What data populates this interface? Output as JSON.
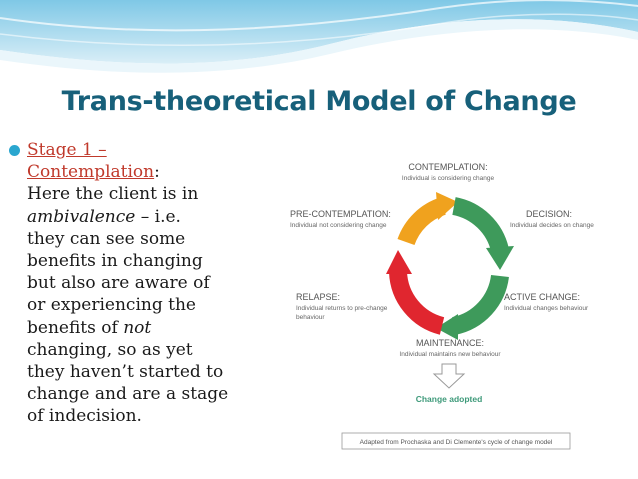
{
  "slide": {
    "title": "Trans-theoretical Model of Change"
  },
  "body": {
    "stage_line1": "Stage 1 –",
    "stage_line2": "Contemplation",
    "colon": ":",
    "line3": "Here the client is in",
    "ambivalence": "ambivalence",
    "line4_rest": " – i.e.",
    "line5": "they can see some",
    "line6": "benefits in changing",
    "line7": "but also are aware of",
    "line8": "or experiencing the",
    "line9_pre": "benefits of ",
    "not": "not",
    "line10": "changing, so as yet",
    "line11": "they haven’t started to",
    "line12": "change and are a stage",
    "line13": "of indecision."
  },
  "diagram": {
    "contemplation": {
      "title": "CONTEMPLATION:",
      "desc": "Individual is considering change"
    },
    "pre_contemplation": {
      "title": "PRE-CONTEMPLATION:",
      "desc": "Individual not considering change"
    },
    "decision": {
      "title": "DECISION:",
      "desc": "Individual decides on change"
    },
    "relapse": {
      "title": "RELAPSE:",
      "desc1": "Individual returns to pre-change",
      "desc2": "behaviour"
    },
    "active_change": {
      "title": "ACTIVE CHANGE:",
      "desc": "Individual changes behaviour"
    },
    "maintenance": {
      "title": "MAINTENANCE:",
      "desc": "Individual maintains new behaviour"
    },
    "change_adopted": "Change adopted",
    "caption": "Adapted from Prochaska and Di Clemente's cycle of change model"
  },
  "colors": {
    "title": "#17607a",
    "accent": "#c0392b",
    "bullet": "#2aa6cf",
    "arrow_orange": "#f0a21e",
    "arrow_green": "#3e9a5b",
    "arrow_red": "#e0262f",
    "diagram_text": "#555555",
    "adopted_text": "#3e9a7a"
  }
}
